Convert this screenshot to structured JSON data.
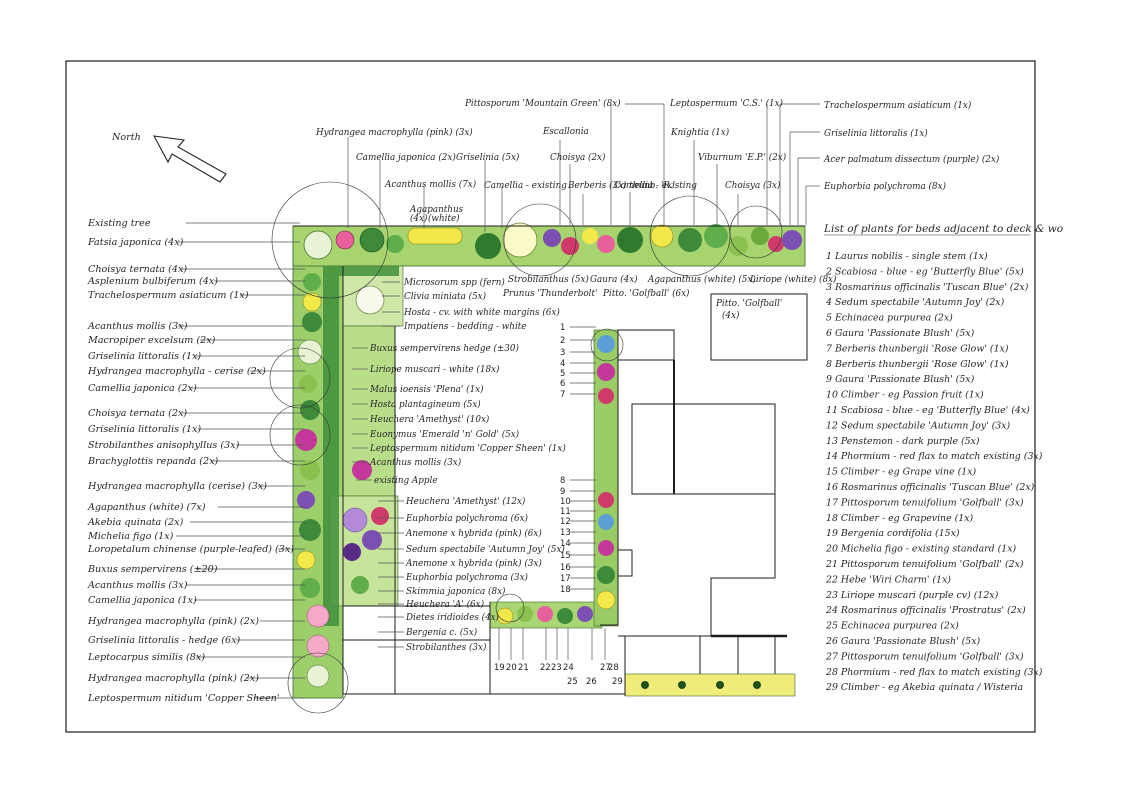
{
  "north_label": "North",
  "list_title": "List of plants for beds adjacent to deck & wo",
  "list_items": [
    "1 Laurus nobilis - single stem (1x)",
    "2 Scabiosa - blue - eg 'Butterfly Blue' (5x)",
    "3 Rosmarinus officinalis 'Tuscan Blue' (2x)",
    "4 Sedum spectabile 'Autumn Joy' (2x)",
    "5 Echinacea purpurea (2x)",
    "6 Gaura 'Passionate Blush' (5x)",
    "7 Berberis thunbergii 'Rose Glow' (1x)",
    "8 Berberis thunbergii 'Rose Glow' (1x)",
    "9 Gaura 'Passionate Blush' (5x)",
    "10 Climber - eg Passion fruit (1x)",
    "11 Scabiosa - blue - eg 'Butterfly Blue' (4x)",
    "12 Sedum spectabile 'Autumn Joy' (3x)",
    "13 Penstemon - dark purple (5x)",
    "14 Phormium - red flax to match existing (3x)",
    "15 Climber - eg Grape vine (1x)",
    "16 Rosmarinus officinalis 'Tuscan Blue' (2x)",
    "17 Pittosporum tenuifolium 'Golfball' (3x)",
    "18 Climber - eg Grapevine (1x)",
    "19 Bergenia cordifolia (15x)",
    "20 Michelia figo - existing standard (1x)",
    "21 Pittosporum tenuifolium 'Golfball' (2x)",
    "22 Hebe 'Wiri Charm' (1x)",
    "23 Liriope muscari (purple cv) (12x)",
    "24 Rosmarinus officinalis 'Prostratus' (2x)",
    "25 Echinacea purpurea (2x)",
    "26 Gaura 'Passionate Blush' (5x)",
    "27 Pittosporum tenuifolium 'Golfball' (3x)",
    "28 Phormium - red flax to match existing (3x)",
    "29 Climber - eg Akebia quinata / Wisteria"
  ],
  "left_labels": [
    "Existing tree",
    "Fatsia japonica (4x)",
    "Choisya ternata (4x)",
    "Asplenium bulbiferum (4x)",
    "Trachelospermum asiaticum (1x)",
    "Acanthus mollis (3x)",
    "Macropiper excelsum (2x)",
    "Griselinia littoralis (1x)",
    "Hydrangea macrophylla - cerise (2x)",
    "Camellia japonica (2x)",
    "Choisya ternata (2x)",
    "Griselinia littoralis (1x)",
    "Strobilanthes anisophyllus (3x)",
    "Brachyglottis repanda (2x)",
    "Hydrangea macrophylla (cerise) (3x)",
    "Agapanthus (white) (7x)",
    "Akebia quinata (2x)",
    "Michelia figo (1x)",
    "Loropetalum chinense (purple-leafed) (3x)",
    "Buxus sempervirens (±20)",
    "Acanthus mollis (3x)",
    "Camellia japonica (1x)",
    "Hydrangea macrophylla (pink) (2x)",
    "Griselinia littoralis - hedge (6x)",
    "Leptocarpus similis (8x)",
    "Hydrangea macrophylla (pink) (2x)",
    "Leptospermum nitidum 'Copper Sheen'"
  ],
  "inner_labels": [
    "Microsorum spp (fern)",
    "Clivia miniata (5x)",
    "Hosta - cv. with white margins (6x)",
    "Impatiens - bedding - white",
    "Buxus sempervirens hedge (±30)",
    "Liriope muscari - white (18x)",
    "Malus ioensis 'Plena' (1x)",
    "Hosta plantagineum (5x)",
    "Heuchera 'Amethyst' (10x)",
    "Euonymus 'Emerald 'n' Gold' (5x)",
    "Leptospermum nitidum 'Copper Sheen' (1x)",
    "Acanthus mollis (3x)",
    "existing Apple",
    "Heuchera 'Amethyst' (12x)",
    "Euphorbia polychroma (6x)",
    "Anemone x hybrida (pink) (6x)",
    "Sedum spectabile 'Autumn Joy' (5x)",
    "Anemone x hybrida (pink) (3x)",
    "Euphorbia polychroma (3x)",
    "Skimmia japonica (8x)",
    "Heuchera 'A' (6x)",
    "Dietes iridioides (4x)",
    "Bergenia c. (5x)",
    "Strobilanthes (3x)"
  ],
  "top_labels": {
    "hydrangea": "Hydrangea macrophylla (pink) (3x)",
    "camellia": "Camellia japonica (2x)",
    "griselinia": "Griselinia (5x)",
    "acanthus": "Acanthus mollis (7x)",
    "agapanthus": "Agapanthus",
    "agapanthus_qty": "(4x)",
    "agapanthus_col": "(white)",
    "camellia_existing": "Camellia - existing",
    "pittosporum_mg": "Pittosporum 'Mountain Green' (8x)",
    "escallonia": "Escallonia",
    "choisya": "Choisya (2x)",
    "berberis": "Berberis (3x) thunb. 'R.'",
    "camellia_existing2": "Camellia - existing",
    "leptospermum": "Leptospermum 'C.S.' (1x)",
    "knightia": "Knightia (1x)",
    "viburnum": "Viburnum 'E.P.' (2x)",
    "choisya3": "Choisya (3x)",
    "trachelospermum": "Trachelospermum asiaticum (1x)",
    "griselinia_r": "Griselinia littoralis (1x)",
    "acer": "Acer palmatum dissectum (purple) (2x)",
    "euphorbia": "Euphorbia polychroma (8x)"
  },
  "mid_labels": {
    "strobilanthus": "Strobilanthus (5x)",
    "gaura": "Gaura (4x)",
    "agapanthus_w": "Agapanthus (white) (5x)",
    "liriope_w": "Liriope (white) (8x)",
    "prunus": "Prunus 'Thunderbolt'",
    "pitto_golfball": "Pitto. 'Golfball' (6x)",
    "pitto_golfball_box": "Pitto. 'Golfball'",
    "pitto_golfball_box_qty": "(4x)"
  },
  "bed_numbers_right": [
    "1",
    "2",
    "3",
    "4",
    "5",
    "6",
    "7",
    "8",
    "9",
    "10",
    "11",
    "12",
    "13",
    "14",
    "15",
    "16",
    "17",
    "18"
  ],
  "bed_numbers_bottom": [
    "19",
    "20",
    "21",
    "22",
    "23",
    "24",
    "25",
    "26",
    "27",
    "28",
    "29"
  ]
}
